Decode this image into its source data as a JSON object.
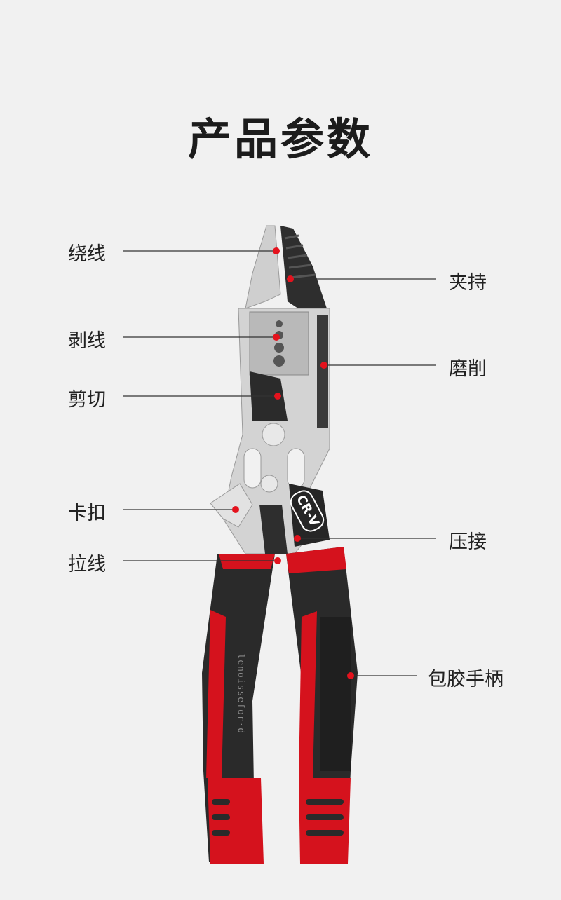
{
  "title": "产品参数",
  "brand_mark": "CR-V",
  "engraving": "lenoissefor·d",
  "colors": {
    "background": "#f1f1f1",
    "steel": "#c9c9c9",
    "dark": "#2b2b2b",
    "red": "#d5121d",
    "dot": "#e4121d"
  },
  "features": {
    "winding": "绕线",
    "clamping": "夹持",
    "stripping": "剥线",
    "filing": "磨削",
    "cutting": "剪切",
    "latch": "卡扣",
    "crimping": "压接",
    "pulling": "拉线",
    "handle": "包胶手柄"
  }
}
